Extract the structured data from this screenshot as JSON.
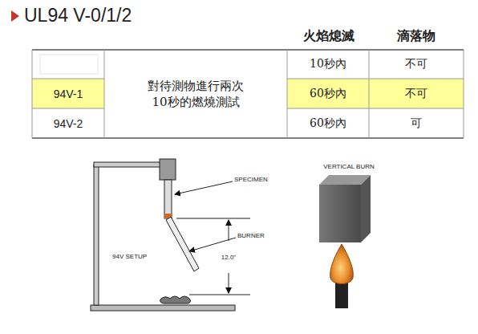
{
  "diagram": {
    "title": "UL94 V-0/1/2",
    "labels": [
      "火焰熄滅",
      "滴落物",
      "10秒內",
      "不可",
      "94V-1",
      "對待測物進行兩次 10秒的燃燒測試",
      "60秒內",
      "不可",
      "94V-2",
      "60秒內",
      "可",
      "SPECIMEN",
      "BURNER",
      "94V SETUP",
      "12.0\"",
      "VERTICAL BURN"
    ]
  }
}
